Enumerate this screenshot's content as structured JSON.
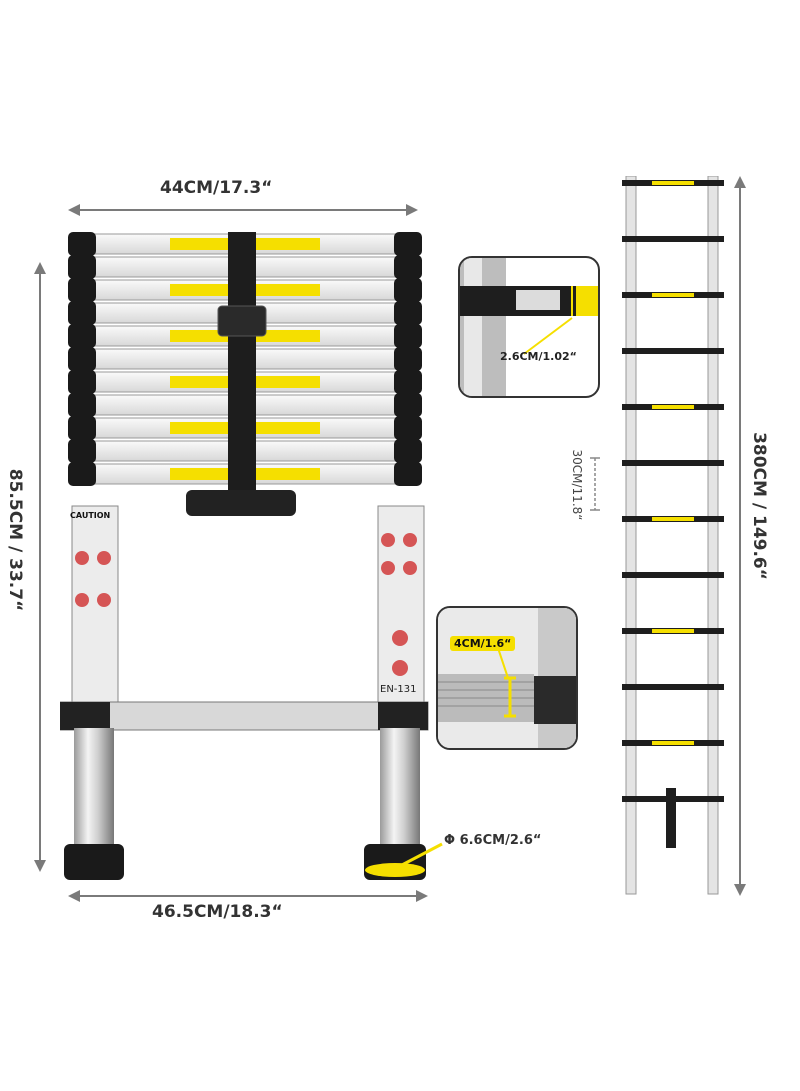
{
  "dimensions": {
    "top_width": "44CM/17.3“",
    "bottom_width": "46.5CM/18.3“",
    "closed_height": "85.5CM  /  33.7“",
    "extended_height": "380CM  /  149.6“",
    "rung_spacing": "30CM/11.8“"
  },
  "callouts": {
    "rung_depth": "2.6CM/1.02“",
    "rung_width": "4CM/1.6“",
    "foot_diameter": "Φ 6.6CM/2.6“"
  },
  "labels": {
    "caution": "CAUTION",
    "standard": "EN-131"
  },
  "colors": {
    "accent": "#f5df00",
    "arrow": "#7a7a7a",
    "frame": "#333333"
  }
}
